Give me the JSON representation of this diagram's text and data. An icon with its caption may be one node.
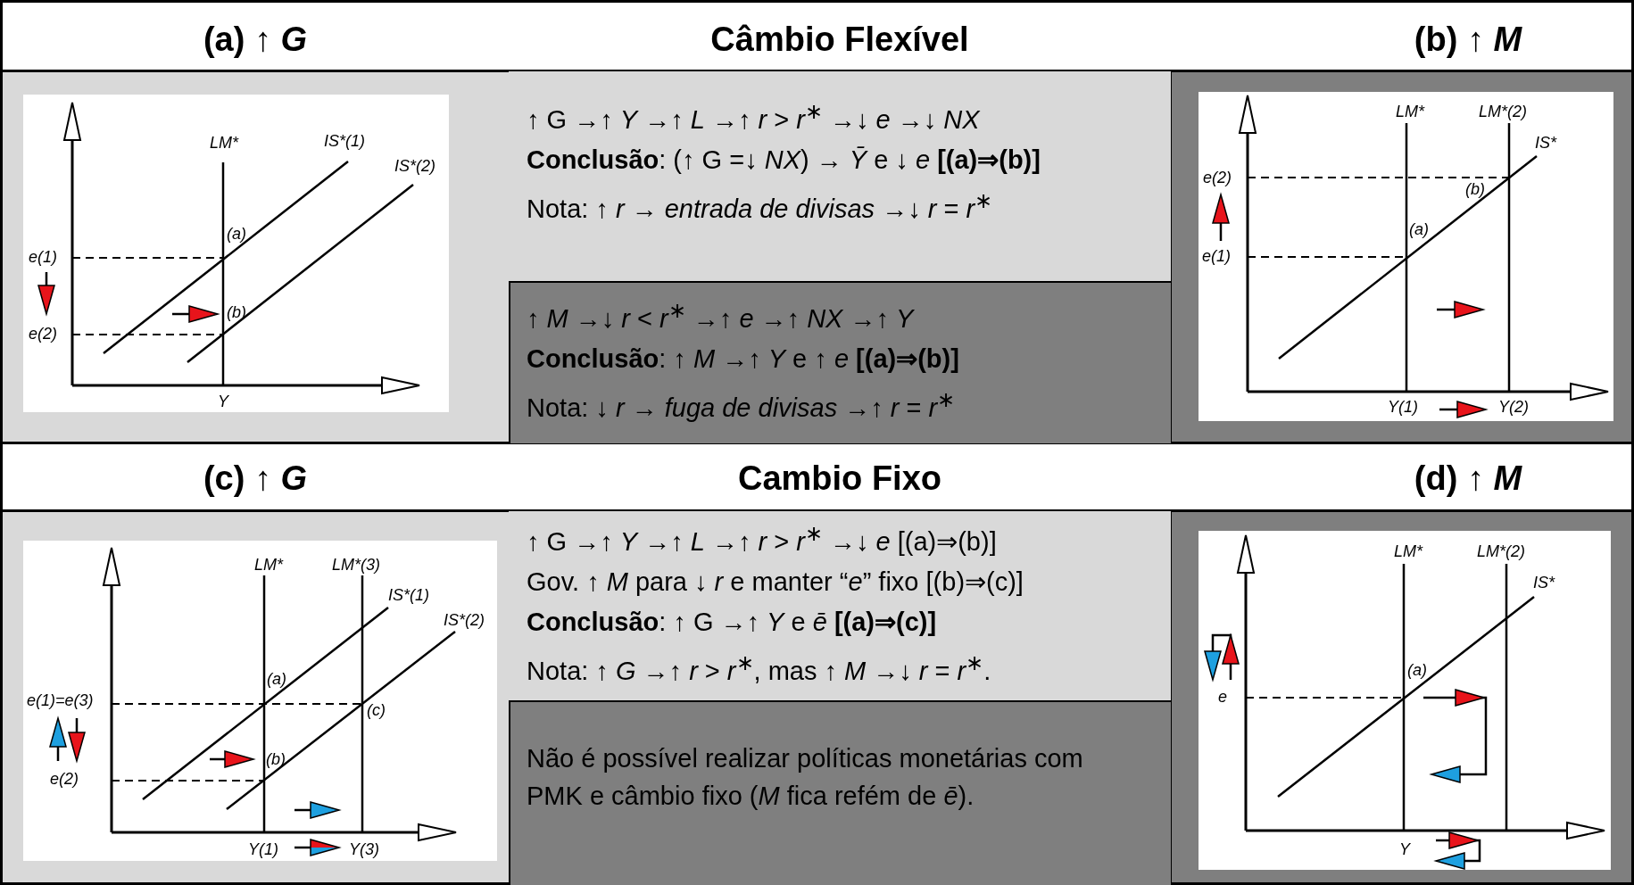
{
  "diagram": {
    "nodes": [
      {
        "text": [
          "LM*",
          "IS*(1)",
          "IS*(2)",
          "(a)",
          "e(1)",
          "(b)",
          "e(2)",
          "Y"
        ]
      },
      {
        "text": [
          "↑ G →↑ *Y* →↑ *L* →↑ *r* > *r*$^{∗}$ →↓ *e* →↓ *NX*",
          "**Conclusão**: (↑ G =↓ *NX*) → *Ȳ* e ↓ *e* **[(a)⇒(b)]**",
          "Nota: ↑ *r* → *entrada de divisas* →↓ *r* = *r*$^{∗}$"
        ]
      },
      {
        "text": [
          "↑ *M* →↓ *r* < *r*$^{∗}$ →↑ *e* →↑ *NX* →↑ *Y*",
          "**Conclusão**: ↑ *M* →↑ *Y* e ↑ *e* **[(a)⇒(b)]**",
          "Nota: ↓ *r* → *fuga de divisas* →↑ *r* = *r*$^{∗}$"
        ]
      },
      {
        "text": [
          "LM*",
          "LM*(2)",
          "IS*",
          "e(2)",
          "(b)",
          "(a)",
          "e(1)",
          "Y(1)",
          "Y(2)"
        ]
      },
      {
        "text": [
          "LM*",
          "LM*(3)",
          "IS*(1)",
          "IS*(2)",
          "(a)",
          "e(1)=e(3)",
          "(c)",
          "(b)",
          "e(2)",
          "Y(1)",
          "Y(3)"
        ]
      },
      {
        "text": [
          "↑ G →↑ *Y* →↑ *L* →↑ *r* > *r*$^{∗}$ →↓ *e* [(a)⇒(b)]",
          "Gov. ↑ *M* para ↓ *r* e manter “*e*” fixo [(b)⇒(c)]",
          "**Conclusão**: ↑ G →↑ *Y* e *ē* **[(a)⇒(c)]**",
          "Nota: ↑ *G* →↑ *r* > *r*$^{∗}$, mas ↑ *M* →↓ *r* = *r*$^{∗}$."
        ]
      },
      {
        "text": [
          "Não é possível realizar políticas monetárias com PMK e câmbio fixo (*M* fica refém de *ē*)."
        ]
      },
      {
        "text": [
          "LM*",
          "LM*(2)",
          "IS*",
          "(a)",
          "e",
          "Y"
        ]
      }
    ],
    "labels": [
      "(a) ↑ *G*",
      "Câmbio Flexível",
      "(b) ↑ *M*",
      "(c) ↑ *G*",
      "Cambio Fixo",
      "(d) ↑ *M*"
    ]
  }
}
